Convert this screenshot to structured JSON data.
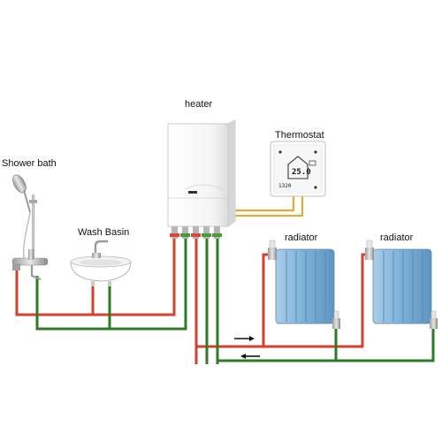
{
  "labels": {
    "heater": "heater",
    "thermostat": "Thermostat",
    "shower": "Shower bath",
    "basin": "Wash Basin",
    "radiator_1": "radiator",
    "radiator_2": "radiator"
  },
  "thermostat_display": {
    "setpoint": "25.0",
    "time": "1320"
  },
  "colors": {
    "supply_pipe": "#d7402f",
    "return_pipe": "#2f7a2a",
    "signal_wire": "#e8a93a",
    "radiator_body": "#7cb0d8",
    "boiler_body": "#f6f6f6"
  },
  "icons": {
    "flow_right": "arrow-right-icon",
    "flow_left": "arrow-left-icon"
  }
}
